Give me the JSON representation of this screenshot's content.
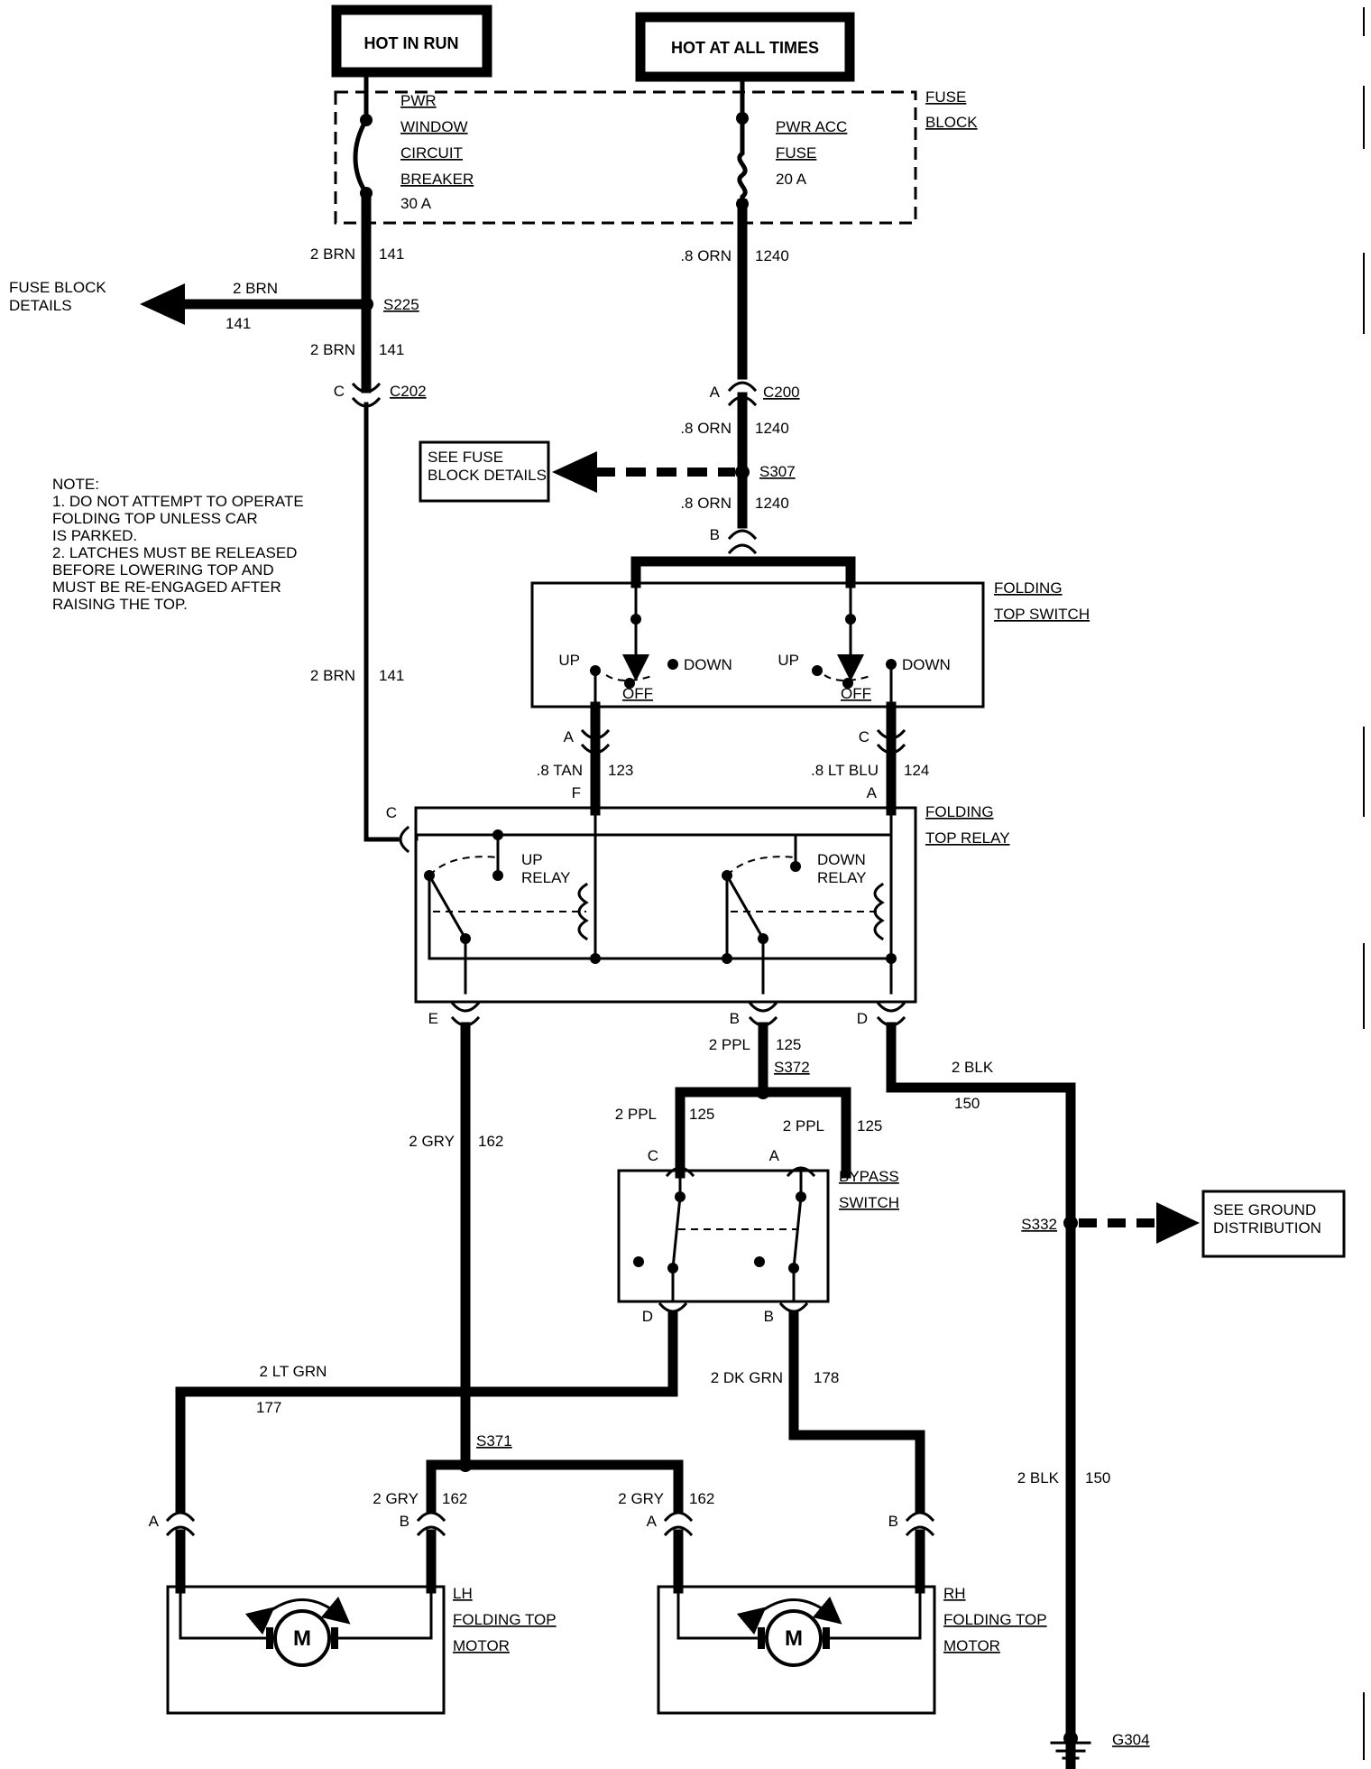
{
  "sources": {
    "hot_in_run": "HOT IN RUN",
    "hot_at_all_times": "HOT AT ALL TIMES"
  },
  "fuse_block": {
    "label_line1": "FUSE",
    "label_line2": "BLOCK",
    "breaker": [
      "PWR",
      "WINDOW",
      "CIRCUIT",
      "BREAKER",
      "30 A"
    ],
    "fuse": [
      "PWR ACC",
      "FUSE",
      "20 A"
    ]
  },
  "left_feed": {
    "wire_top": {
      "gauge": "2 BRN",
      "circuit": "141"
    },
    "splice": "S225",
    "branch": {
      "gauge": "2 BRN",
      "circuit": "141"
    },
    "branch_dest": [
      "FUSE BLOCK",
      "DETAILS"
    ],
    "wire_mid": {
      "gauge": "2 BRN",
      "circuit": "141"
    },
    "connector": {
      "pin": "C",
      "name": "C202"
    },
    "wire_low": {
      "gauge": "2 BRN",
      "circuit": "141"
    }
  },
  "right_feed": {
    "wire_top": {
      "gauge": ".8 ORN",
      "circuit": "1240"
    },
    "connector": {
      "pin": "A",
      "name": "C200"
    },
    "wire_mid": {
      "gauge": ".8 ORN",
      "circuit": "1240"
    },
    "splice": "S307",
    "see_box": [
      "SEE FUSE",
      "BLOCK DETAILS"
    ],
    "wire_low": {
      "gauge": ".8 ORN",
      "circuit": "1240"
    },
    "switch_pin": "B"
  },
  "note": [
    "NOTE:",
    "1. DO NOT ATTEMPT TO OPERATE",
    "FOLDING TOP UNLESS CAR",
    "IS PARKED.",
    "2. LATCHES MUST BE RELEASED",
    "BEFORE LOWERING TOP AND",
    "MUST BE RE-ENGAGED AFTER",
    "RAISING THE TOP."
  ],
  "folding_top_switch": {
    "label": [
      "FOLDING",
      "TOP SWITCH"
    ],
    "up": "UP",
    "down": "DOWN",
    "off": "OFF"
  },
  "switch_to_relay": {
    "left": {
      "switch_pin": "A",
      "gauge": ".8 TAN",
      "circuit": "123",
      "relay_pin": "F"
    },
    "right": {
      "switch_pin": "C",
      "gauge": ".8 LT BLU",
      "circuit": "124",
      "relay_pin": "A"
    }
  },
  "folding_top_relay": {
    "label": [
      "FOLDING",
      "TOP RELAY"
    ],
    "pin_c": "C",
    "up_relay": [
      "UP",
      "RELAY"
    ],
    "down_relay": [
      "DOWN",
      "RELAY"
    ],
    "pin_e": "E",
    "pin_b": "B",
    "pin_d": "D"
  },
  "relay_outputs": {
    "e_wire": {
      "gauge": "2 GRY",
      "circuit": "162"
    },
    "b_wire": {
      "gauge": "2 PPL",
      "circuit": "125"
    },
    "splice_372": "S372",
    "d_wire": {
      "gauge": "2 BLK",
      "circuit": "150"
    }
  },
  "bypass": {
    "left_wire": {
      "gauge": "2 PPL",
      "circuit": "125"
    },
    "right_wire": {
      "gauge": "2 PPL",
      "circuit": "125"
    },
    "label": [
      "BYPASS",
      "SWITCH"
    ],
    "pin_c": "C",
    "pin_a": "A",
    "pin_d": "D",
    "pin_b": "B"
  },
  "ground": {
    "splice": "S332",
    "see_box": [
      "SEE GROUND",
      "DISTRIBUTION"
    ],
    "wire_low": {
      "gauge": "2 BLK",
      "circuit": "150"
    },
    "name": "G304"
  },
  "motor_wiring": {
    "lt_grn": {
      "gauge": "2 LT GRN",
      "circuit": "177"
    },
    "dk_grn": {
      "gauge": "2 DK GRN",
      "circuit": "178"
    },
    "splice_371": "S371",
    "gry_left": {
      "gauge": "2 GRY",
      "circuit": "162"
    },
    "gry_right": {
      "gauge": "2 GRY",
      "circuit": "162"
    }
  },
  "lh_motor": {
    "label": [
      "LH",
      "FOLDING TOP",
      "MOTOR"
    ],
    "pin_a": "A",
    "pin_b": "B",
    "symbol": "M"
  },
  "rh_motor": {
    "label": [
      "RH",
      "FOLDING TOP",
      "MOTOR"
    ],
    "pin_a": "A",
    "pin_b": "B",
    "symbol": "M"
  }
}
